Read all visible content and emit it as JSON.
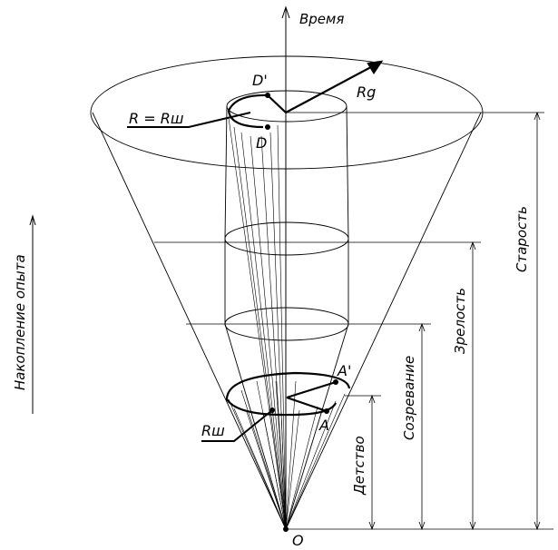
{
  "labels": {
    "time": "Время",
    "experience": "Накопление опыта",
    "old_age": "Старость",
    "maturity": "Зрелость",
    "ripening": "Созревание",
    "childhood": "Детство",
    "origin": "O",
    "point_a": "A",
    "point_a_prime": "A'",
    "point_d": "D",
    "point_d_prime": "D'",
    "r_eq": "R = Rш",
    "r_sh": "Rш",
    "r_g": "Rg"
  }
}
